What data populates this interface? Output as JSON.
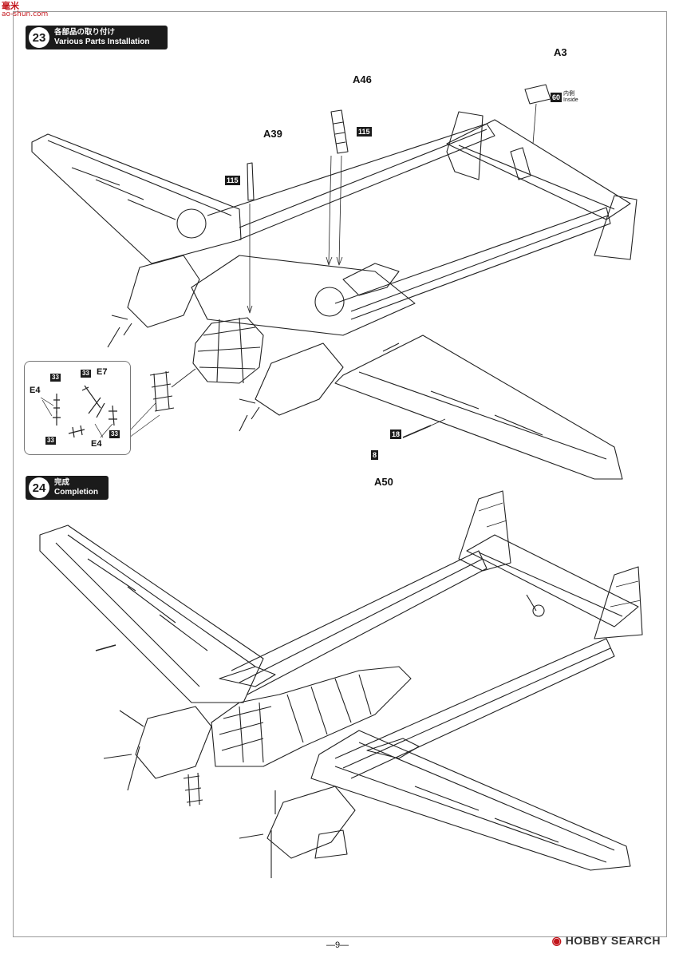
{
  "watermark_top": {
    "text": "毫米",
    "site": "ao-shun.com"
  },
  "step23": {
    "number": "23",
    "title_jp": "各部品の取り付け",
    "title_en": "Various Parts Installation"
  },
  "step24": {
    "number": "24",
    "title_jp": "完成",
    "title_en": "Completion"
  },
  "callouts": {
    "a3": "A3",
    "a46": "A46",
    "a39": "A39",
    "a50": "A50"
  },
  "badges": {
    "b60": "60",
    "b115a": "115",
    "b115b": "115",
    "b18": "18",
    "b8": "8"
  },
  "notes": {
    "inside_jp": "内側",
    "inside_en": "Inside"
  },
  "inset": {
    "e7": "E7",
    "e4a": "E4",
    "e4b": "E4",
    "b33a": "33",
    "b33b": "33",
    "b33c": "33",
    "b33d": "33"
  },
  "page_number": "—9—",
  "watermark_bottom": {
    "brand": "HOBBY SEARCH"
  },
  "colors": {
    "badge": "#1b1b1b",
    "line": "#222222",
    "logo": "#c2151b"
  }
}
